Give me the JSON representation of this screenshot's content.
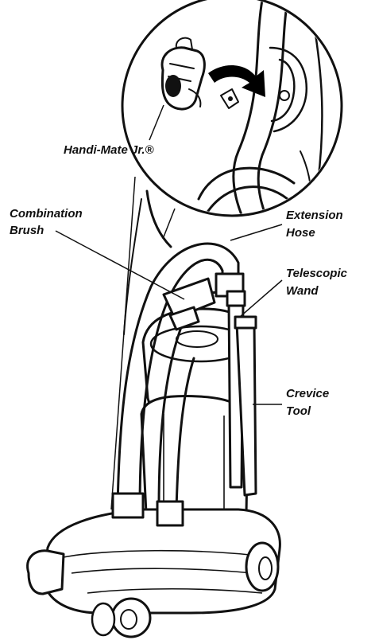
{
  "labels": {
    "handi_mate": "Handi-Mate Jr.®",
    "combination_brush_line1": "Combination",
    "combination_brush_line2": "Brush",
    "extension_hose_line1": "Extension",
    "extension_hose_line2": "Hose",
    "telescopic_wand_line1": "Telescopic",
    "telescopic_wand_line2": "Wand",
    "crevice_tool_line1": "Crevice",
    "crevice_tool_line2": "Tool"
  },
  "colors": {
    "ink": "#111111",
    "paper": "#ffffff",
    "arrow": "#000000"
  },
  "icons": {
    "detail_arrow": "curved-arrow-icon"
  }
}
